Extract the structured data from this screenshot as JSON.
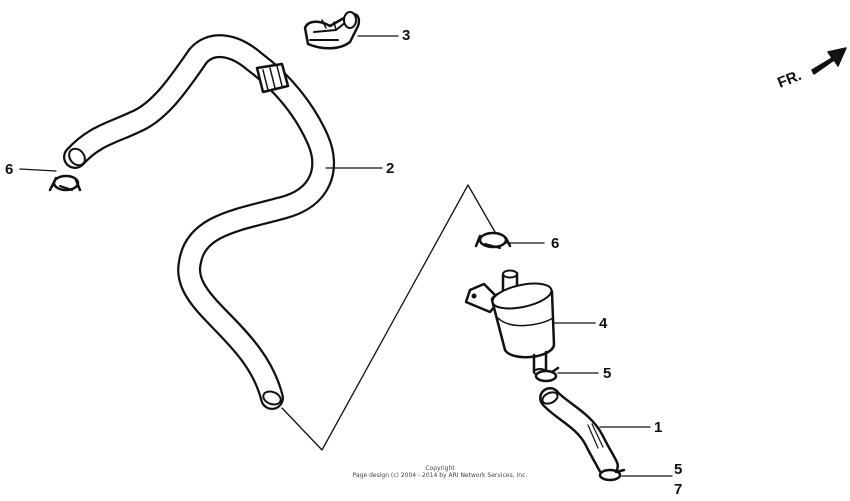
{
  "callouts": {
    "c1": "1",
    "c2": "2",
    "c3": "3",
    "c4": "4",
    "c5a": "5",
    "c5b": "5",
    "c6a": "6",
    "c6b": "6",
    "c7": "7"
  },
  "direction_label": "FR.",
  "copyright": {
    "line1": "Copyright",
    "line2": "Page design (c) 2004 - 2014 by ARI Network Services, Inc."
  },
  "colors": {
    "ink": "#111111",
    "background": "#ffffff"
  }
}
